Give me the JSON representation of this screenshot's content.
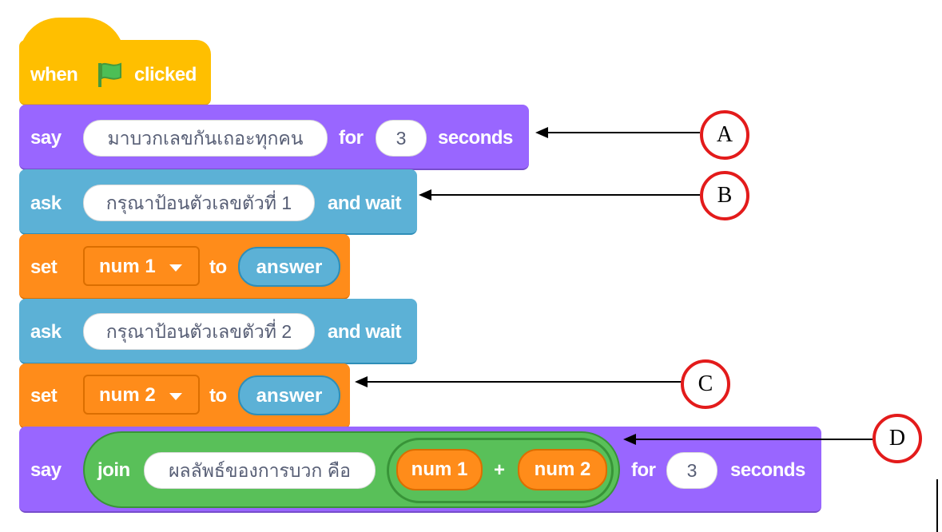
{
  "colors": {
    "event": "#ffbf00",
    "event_edge": "#e6a800",
    "looks": "#9966ff",
    "looks_edge": "#774dcb",
    "sensing": "#5cb1d6",
    "sensing_edge": "#2e8eb8",
    "variables": "#ff8c1a",
    "variables_edge": "#db6e00",
    "operators": "#59c059",
    "operators_edge": "#389438",
    "flag": "#4cbf56",
    "callout": "#e31b1b"
  },
  "script": {
    "hat": {
      "when": "when",
      "flag_icon": "green-flag-icon",
      "clicked": "clicked"
    },
    "say1": {
      "say": "say",
      "message": "มาบวกเลขกันเถอะทุกคน",
      "for": "for",
      "secs": "3",
      "seconds": "seconds"
    },
    "ask1": {
      "ask": "ask",
      "question": "กรุณาป้อนตัวเลขตัวที่ 1",
      "and_wait": "and wait"
    },
    "set1": {
      "set": "set",
      "variable": "num 1",
      "to": "to",
      "value": "answer"
    },
    "ask2": {
      "ask": "ask",
      "question": "กรุณาป้อนตัวเลขตัวที่ 2",
      "and_wait": "and wait"
    },
    "set2": {
      "set": "set",
      "variable": "num 2",
      "to": "to",
      "value": "answer"
    },
    "say2": {
      "say": "say",
      "join": "join",
      "text": "ผลลัพธ์ของการบวก คือ",
      "left": "num 1",
      "op": "+",
      "right": "num 2",
      "for": "for",
      "secs": "3",
      "seconds": "seconds"
    }
  },
  "callouts": {
    "a": "A",
    "b": "B",
    "c": "C",
    "d": "D"
  }
}
